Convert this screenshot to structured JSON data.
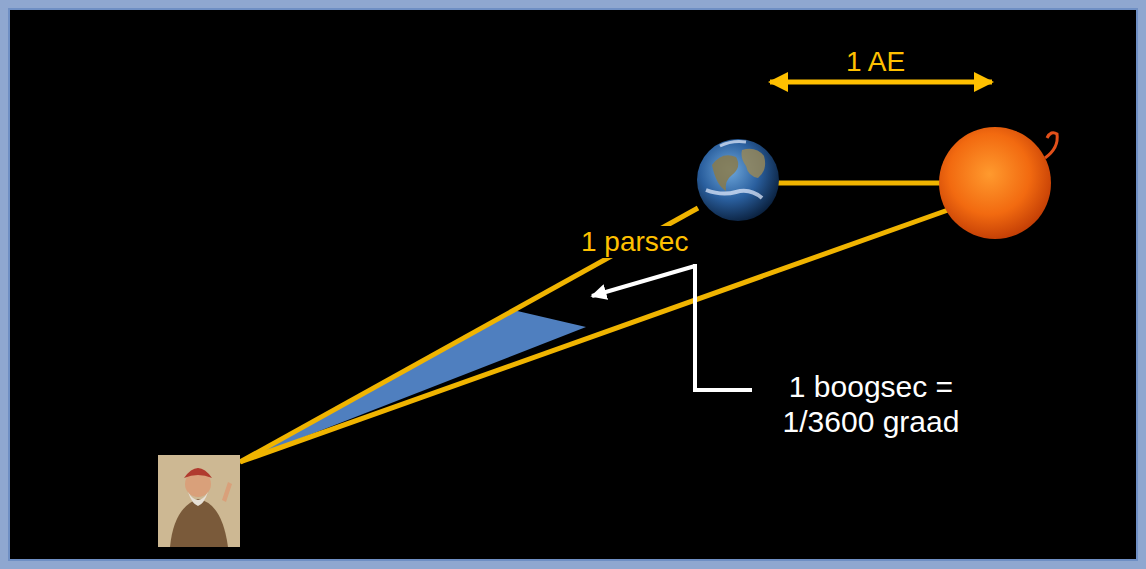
{
  "diagram": {
    "labels": [
      "1 AE",
      "1 parsec",
      "1 boogsec = 1/3600 graad"
    ]
  }
}
